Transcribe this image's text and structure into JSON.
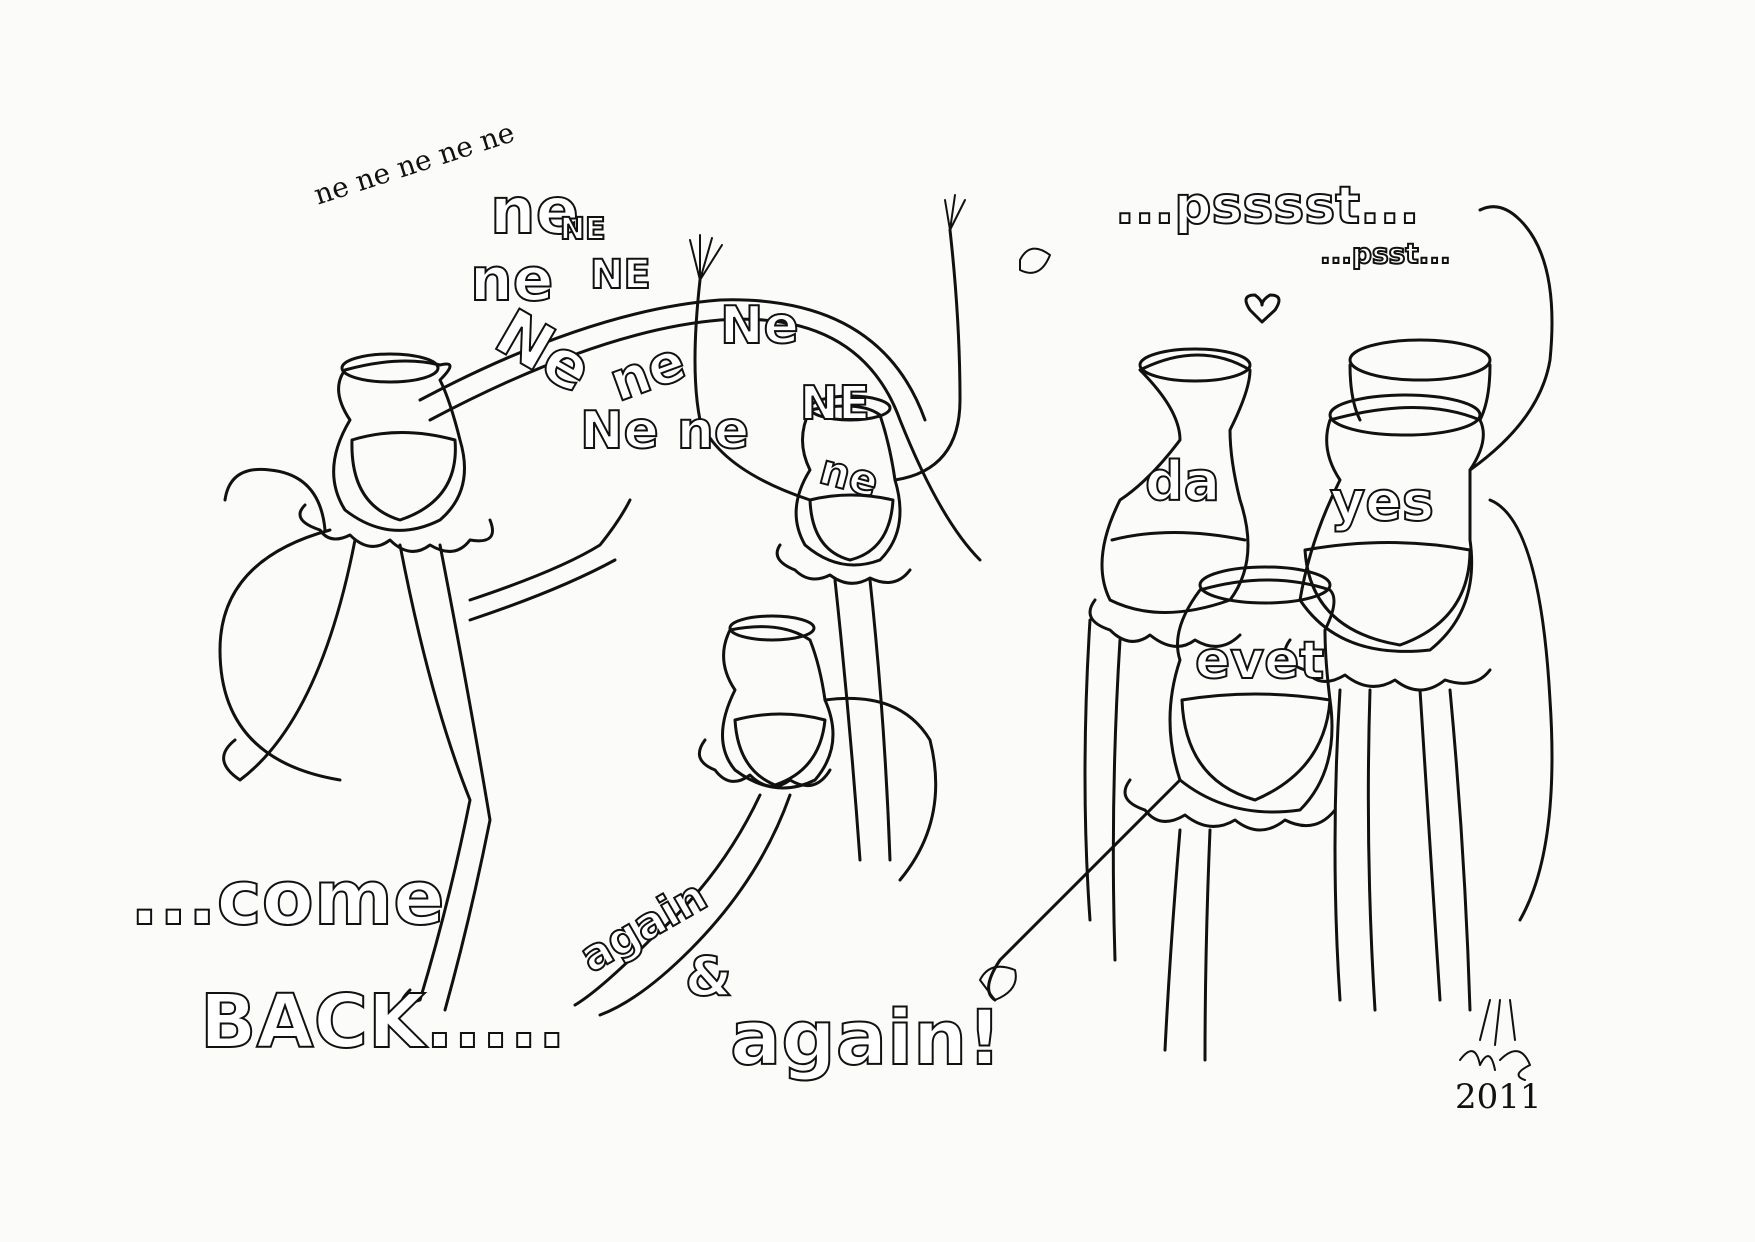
{
  "speech": {
    "nene_small": "ne ne ne ne ne",
    "nene_1": "ne",
    "nene_2": "NE",
    "nene_3": "ne",
    "nene_4": "NE",
    "nene_5": "Ne",
    "nene_6": "ne",
    "nene_7": "Ne",
    "nene_8": "Ne ne",
    "nene_9": "NE",
    "jug_ne": "ne",
    "psst_1": "...psssst...",
    "psst_2": "...psst...",
    "da": "da",
    "yes": "yes",
    "evet": "evet",
    "come": "...come",
    "back": "BACK.....",
    "again_small": "again",
    "ampersand": "&",
    "again_big": "again!"
  },
  "signature": {
    "year": "2011"
  }
}
